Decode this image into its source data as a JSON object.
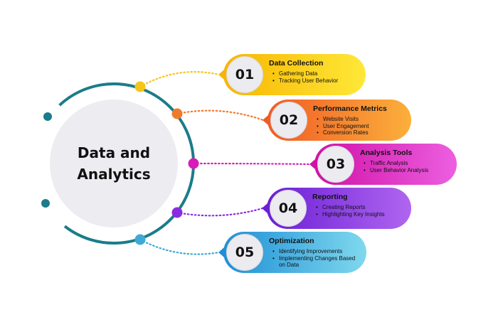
{
  "center_title": "Data and Analytics",
  "items": [
    {
      "number": "01",
      "title": "Data Collection",
      "bullets": [
        "Gathering Data",
        "Tracking User Behavior"
      ],
      "color_from": "#f7b500",
      "color_to": "#ffe838",
      "dot_color": "#f5c518"
    },
    {
      "number": "02",
      "title": "Performance Metrics",
      "bullets": [
        "Website Visits",
        "User Engagement",
        "Conversion Rates"
      ],
      "color_from": "#f15a24",
      "color_to": "#fbb03b",
      "dot_color": "#f07a2a"
    },
    {
      "number": "03",
      "title": "Analysis Tools",
      "bullets": [
        "Traffic Analysis",
        "User Behavior Analysis"
      ],
      "color_from": "#d011a8",
      "color_to": "#ec5fe0",
      "dot_color": "#d91ab8"
    },
    {
      "number": "04",
      "title": "Reporting",
      "bullets": [
        "Creating Reports",
        "Highlighting Key Insights"
      ],
      "color_from": "#6a1fd6",
      "color_to": "#b065f0",
      "dot_color": "#8a2be2"
    },
    {
      "number": "05",
      "title": "Optimization",
      "bullets": [
        "Identifying Improvements",
        "Implementing Changes Based on Data"
      ],
      "color_from": "#1e8fd6",
      "color_to": "#7fd8ee",
      "dot_color": "#3fa9d6"
    }
  ],
  "ring_color": "#1b7c8a"
}
